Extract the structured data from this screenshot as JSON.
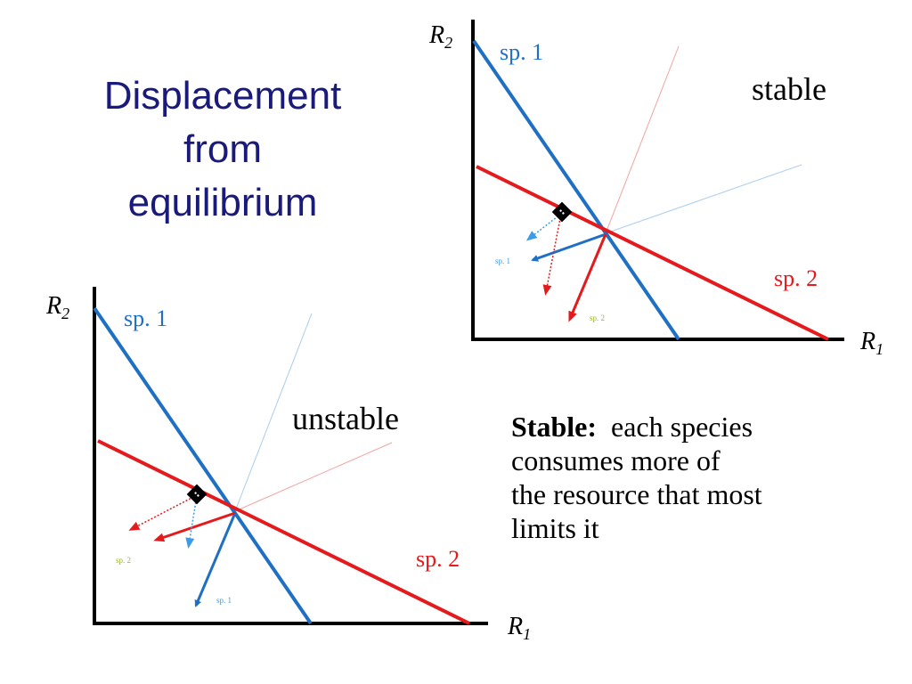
{
  "title": {
    "line1": "Displacement",
    "line2": "from",
    "line3": "equilibrium"
  },
  "description": {
    "label": "Stable:",
    "text_line1": "each species",
    "text_line2": "consumes more of",
    "text_line3": "the resource that most",
    "text_line4": "limits it"
  },
  "colors": {
    "species1": "#1f6fc4",
    "species2": "#e41a1c",
    "arrow_light": "#3d9be9",
    "tiny_label": "#99b422",
    "title": "#1a1a7a"
  },
  "stable_plot": {
    "state": "stable",
    "axis_y": {
      "main": "R",
      "sub": "2"
    },
    "axis_x": {
      "main": "R",
      "sub": "1"
    },
    "line1_label": "sp. 1",
    "line2_label": "sp. 2",
    "small_label_blue": "sp. 1",
    "small_label_green": "sp. 2"
  },
  "unstable_plot": {
    "state": "unstable",
    "axis_y": {
      "main": "R",
      "sub": "2"
    },
    "axis_x": {
      "main": "R",
      "sub": "1"
    },
    "line1_label": "sp. 1",
    "line2_label": "sp. 2",
    "small_label_blue": "sp. 1",
    "small_label_green": "sp. 2"
  }
}
